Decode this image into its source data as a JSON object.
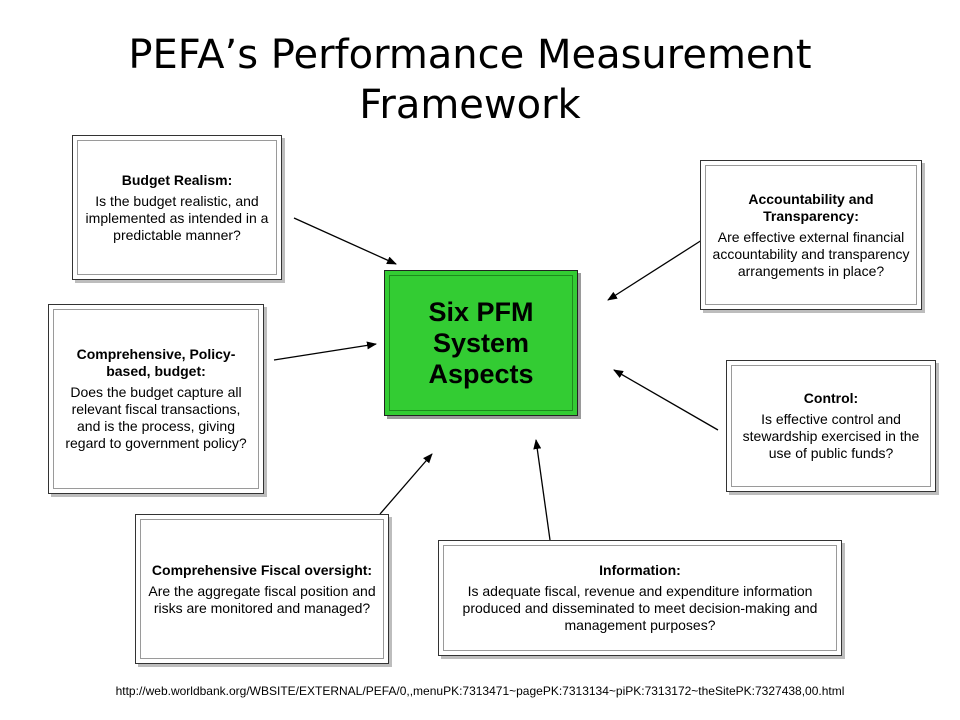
{
  "title": "PEFA’s Performance Measurement Framework",
  "center": {
    "label": "Six  PFM System Aspects"
  },
  "boxes": {
    "budget_realism": {
      "heading": "Budget Realism:",
      "body": "Is the budget realistic, and implemented as intended in a predictable manner?"
    },
    "comprehensive_policy": {
      "heading": "Comprehensive, Policy-based, budget:",
      "body": "Does the budget capture all relevant fiscal transactions, and is the process, giving regard to government policy?"
    },
    "fiscal_oversight": {
      "heading": "Comprehensive Fiscal oversight:",
      "body": "Are the aggregate fiscal position and risks are monitored and managed?"
    },
    "information": {
      "heading": "Information:",
      "body": "Is adequate fiscal, revenue and expenditure information produced and disseminated to meet decision-making and management purposes?"
    },
    "control": {
      "heading": "Control:",
      "body": "Is effective control and stewardship exercised in the use of public funds?"
    },
    "accountability": {
      "heading": "Accountability and Transparency:",
      "body": "Are effective external financial accountability and transparency arrangements in place?"
    }
  },
  "source_url": "http://web.worldbank.org/WBSITE/EXTERNAL/PEFA/0,,menuPK:7313471~pagePK:7313134~piPK:7313172~theSitePK:7327438,00.html"
}
